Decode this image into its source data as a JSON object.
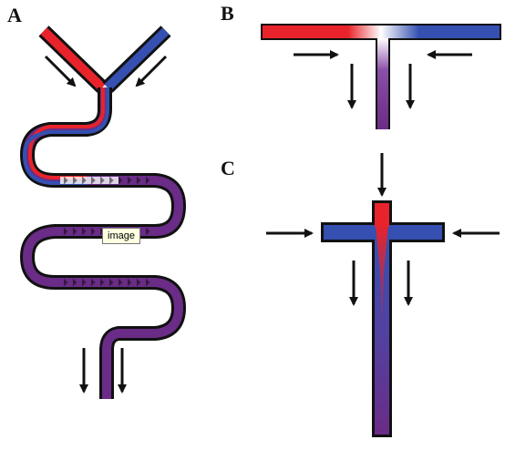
{
  "panels": {
    "a": {
      "label": "A"
    },
    "b": {
      "label": "B"
    },
    "c": {
      "label": "C"
    }
  },
  "tooltip": {
    "text": "image"
  },
  "colors": {
    "red": "#e8232b",
    "blue": "#3550b0",
    "purple": "#6a2c86",
    "wall": "#111111",
    "arrow": "#111111"
  }
}
